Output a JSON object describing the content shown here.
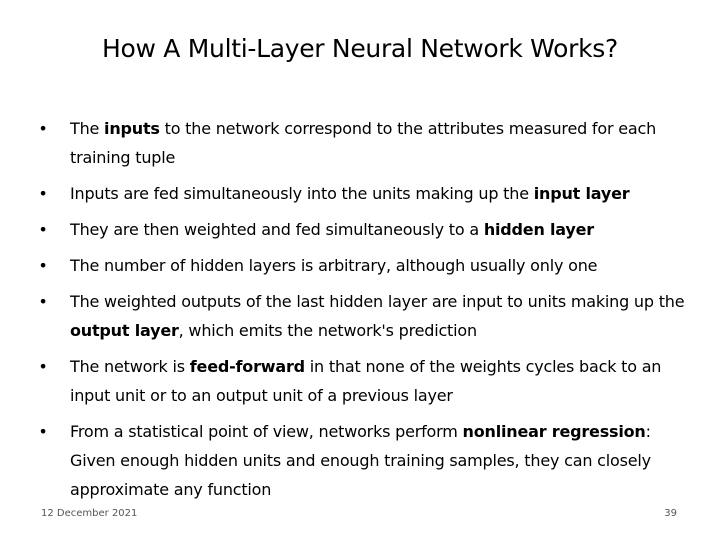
{
  "slide": {
    "title": "How A Multi-Layer Neural Network Works?",
    "bullet_symbol": "•",
    "bullets": [
      [
        {
          "t": "The ",
          "b": false
        },
        {
          "t": "inputs",
          "b": true
        },
        {
          "t": " to the network correspond to the attributes measured for each training tuple",
          "b": false
        }
      ],
      [
        {
          "t": "Inputs are fed simultaneously into the units making up the ",
          "b": false
        },
        {
          "t": "input layer",
          "b": true
        }
      ],
      [
        {
          "t": "They are then weighted and fed simultaneously to a ",
          "b": false
        },
        {
          "t": "hidden layer",
          "b": true
        }
      ],
      [
        {
          "t": "The number of hidden layers is arbitrary, although usually only one",
          "b": false
        }
      ],
      [
        {
          "t": "The weighted outputs of the last hidden layer are input to units making up the ",
          "b": false
        },
        {
          "t": "output layer",
          "b": true
        },
        {
          "t": ", which emits the network's prediction",
          "b": false
        }
      ],
      [
        {
          "t": "The network is ",
          "b": false
        },
        {
          "t": "feed-forward",
          "b": true
        },
        {
          "t": " in that none of the weights cycles back to an input unit or to an output unit of a previous layer",
          "b": false
        }
      ],
      [
        {
          "t": "From a statistical point of view, networks perform ",
          "b": false
        },
        {
          "t": "nonlinear regression",
          "b": true
        },
        {
          "t": ": Given enough hidden units and enough training samples, they can closely approximate any function",
          "b": false
        }
      ]
    ],
    "footer_date": "12 December 2021",
    "page_number": "39"
  }
}
